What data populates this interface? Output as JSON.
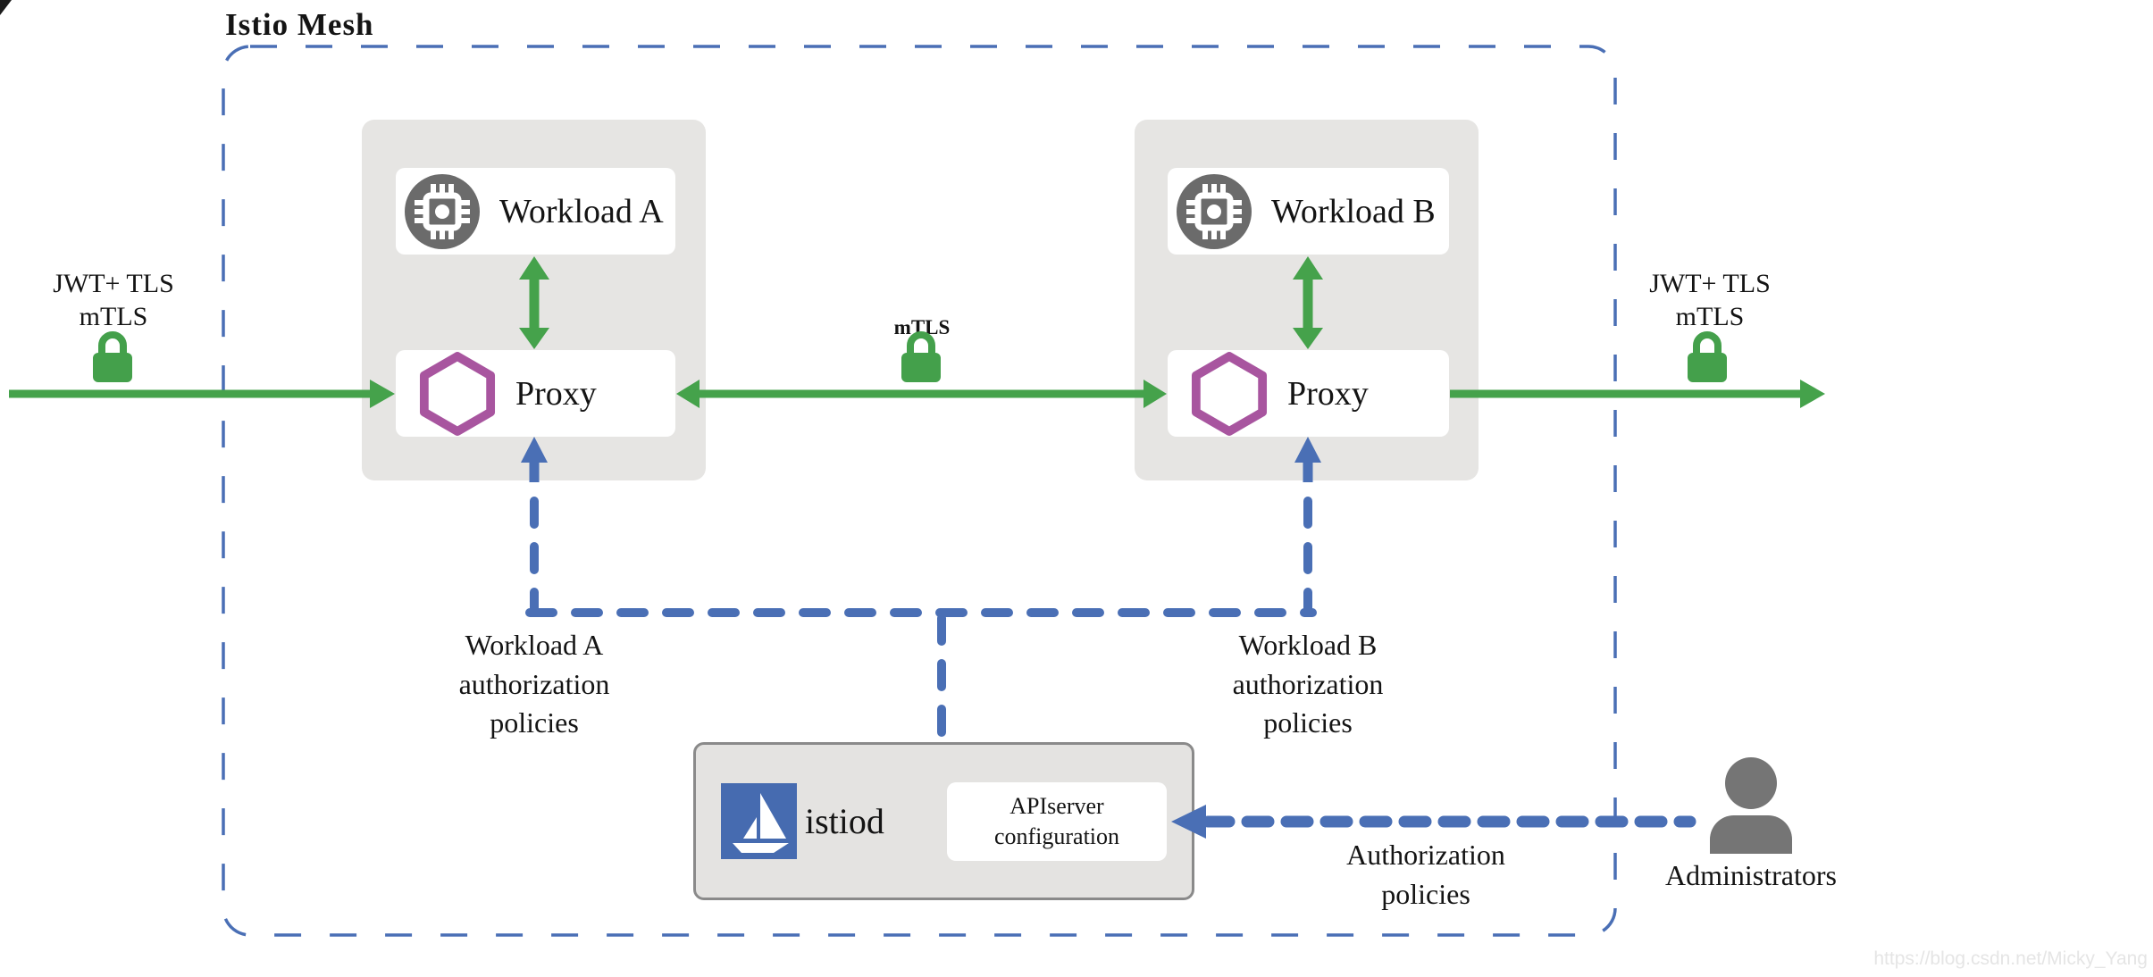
{
  "mesh": {
    "title": "Istio Mesh"
  },
  "workload_a": {
    "label": "Workload A",
    "proxy": "Proxy"
  },
  "workload_b": {
    "label": "Workload B",
    "proxy": "Proxy"
  },
  "traffic": {
    "left_label": "JWT+ TLS\nmTLS",
    "middle_label": "mTLS",
    "right_label": "JWT+ TLS\nmTLS"
  },
  "policies": {
    "workload_a": "Workload A\nauthorization\npolicies",
    "workload_b": "Workload B\nauthorization\npolicies",
    "administrators": "Authorization\npolicies"
  },
  "istiod": {
    "label": "istiod",
    "api_server": "APIserver\nconfiguration"
  },
  "administrators": {
    "label": "Administrators"
  },
  "watermark": "https://blog.csdn.net/Micky_Yang",
  "colors": {
    "traffic_green": "#45a24b",
    "lock_green": "#44a04b",
    "control_blue": "#4a6fb5",
    "istio_blue": "#466bb0",
    "proxy_purple": "#a8559f",
    "group_gray": "#e6e5e3",
    "icon_gray": "#6b6b6b",
    "person_gray": "#757575"
  }
}
